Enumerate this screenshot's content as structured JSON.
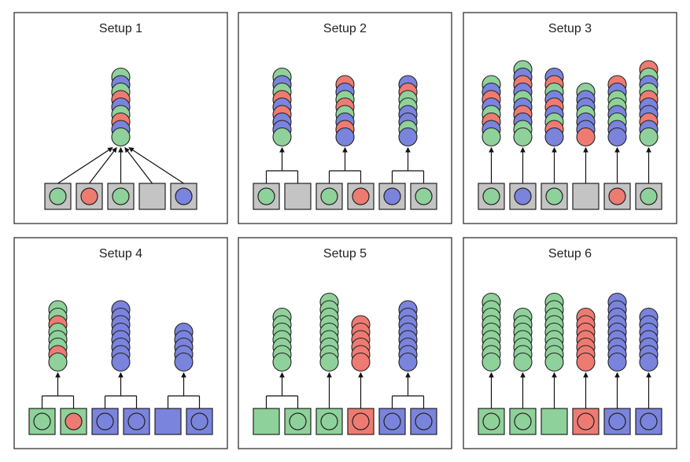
{
  "colors": {
    "green": "#8fd19a",
    "red": "#ee7b72",
    "blue": "#7a84dc",
    "grey": "#c4c4c4",
    "outline": "#222222"
  },
  "panels": [
    {
      "title": "Setup 1",
      "boxes": [
        {
          "fill": "grey",
          "dot": "green"
        },
        {
          "fill": "grey",
          "dot": "red"
        },
        {
          "fill": "grey",
          "dot": "green"
        },
        {
          "fill": "grey",
          "dot": null
        },
        {
          "fill": "grey",
          "dot": "blue"
        }
      ],
      "groups": [
        {
          "boxes": [
            0,
            1,
            2,
            3,
            4
          ],
          "link": "fan",
          "stack": [
            "green",
            "blue",
            "green",
            "red",
            "blue",
            "green",
            "red",
            "blue",
            "green"
          ]
        }
      ]
    },
    {
      "title": "Setup 2",
      "boxes": [
        {
          "fill": "grey",
          "dot": "green"
        },
        {
          "fill": "grey",
          "dot": null
        },
        {
          "fill": "grey",
          "dot": "green"
        },
        {
          "fill": "grey",
          "dot": "red"
        },
        {
          "fill": "grey",
          "dot": "blue"
        },
        {
          "fill": "grey",
          "dot": "green"
        }
      ],
      "groups": [
        {
          "boxes": [
            0,
            1
          ],
          "link": "bracket",
          "stack": [
            "green",
            "blue",
            "green",
            "red",
            "blue",
            "red",
            "blue",
            "blue",
            "green"
          ]
        },
        {
          "boxes": [
            2,
            3
          ],
          "link": "bracket",
          "stack": [
            "red",
            "blue",
            "green",
            "red",
            "green",
            "blue",
            "red",
            "blue"
          ]
        },
        {
          "boxes": [
            4,
            5
          ],
          "link": "bracket",
          "stack": [
            "blue",
            "red",
            "green",
            "green",
            "blue",
            "blue",
            "green",
            "blue"
          ]
        }
      ]
    },
    {
      "title": "Setup 3",
      "boxes": [
        {
          "fill": "grey",
          "dot": "green"
        },
        {
          "fill": "grey",
          "dot": "blue"
        },
        {
          "fill": "grey",
          "dot": "green"
        },
        {
          "fill": "grey",
          "dot": null
        },
        {
          "fill": "grey",
          "dot": "red"
        },
        {
          "fill": "grey",
          "dot": "green"
        }
      ],
      "groups": [
        {
          "boxes": [
            0
          ],
          "link": "single",
          "stack": [
            "green",
            "blue",
            "red",
            "blue",
            "green",
            "red",
            "blue",
            "green"
          ]
        },
        {
          "boxes": [
            1
          ],
          "link": "single",
          "stack": [
            "green",
            "blue",
            "red",
            "blue",
            "green",
            "blue",
            "red",
            "blue",
            "green",
            "green"
          ]
        },
        {
          "boxes": [
            2
          ],
          "link": "single",
          "stack": [
            "blue",
            "red",
            "green",
            "blue",
            "red",
            "blue",
            "green",
            "red",
            "blue"
          ]
        },
        {
          "boxes": [
            3
          ],
          "link": "single",
          "stack": [
            "green",
            "blue",
            "blue",
            "green",
            "blue",
            "blue",
            "red"
          ]
        },
        {
          "boxes": [
            4
          ],
          "link": "single",
          "stack": [
            "red",
            "blue",
            "green",
            "green",
            "blue",
            "green",
            "blue",
            "blue"
          ]
        },
        {
          "boxes": [
            5
          ],
          "link": "single",
          "stack": [
            "red",
            "green",
            "blue",
            "green",
            "red",
            "blue",
            "blue",
            "red",
            "blue",
            "green"
          ]
        }
      ]
    },
    {
      "title": "Setup 4",
      "boxes": [
        {
          "fill": "green",
          "dot": "green"
        },
        {
          "fill": "green",
          "dot": "red"
        },
        {
          "fill": "blue",
          "dot": "blue"
        },
        {
          "fill": "blue",
          "dot": "blue"
        },
        {
          "fill": "blue",
          "dot": null
        },
        {
          "fill": "blue",
          "dot": "blue"
        }
      ],
      "groups": [
        {
          "boxes": [
            0,
            1
          ],
          "link": "bracket",
          "stack": [
            "green",
            "green",
            "red",
            "green",
            "green",
            "green",
            "red",
            "green"
          ]
        },
        {
          "boxes": [
            2,
            3
          ],
          "link": "bracket",
          "stack": [
            "blue",
            "blue",
            "blue",
            "blue",
            "blue",
            "blue",
            "blue",
            "blue"
          ]
        },
        {
          "boxes": [
            4,
            5
          ],
          "link": "bracket",
          "stack": [
            "blue",
            "blue",
            "blue",
            "blue",
            "blue"
          ]
        }
      ]
    },
    {
      "title": "Setup 5",
      "boxes": [
        {
          "fill": "green",
          "dot": null
        },
        {
          "fill": "green",
          "dot": "green"
        },
        {
          "fill": "green",
          "dot": "green"
        },
        {
          "fill": "red",
          "dot": "red"
        },
        {
          "fill": "blue",
          "dot": "blue"
        },
        {
          "fill": "blue",
          "dot": "blue"
        }
      ],
      "groups": [
        {
          "boxes": [
            0,
            1
          ],
          "link": "bracket",
          "stack": [
            "green",
            "green",
            "green",
            "green",
            "green",
            "green",
            "green"
          ]
        },
        {
          "boxes": [
            2
          ],
          "link": "single",
          "stack": [
            "green",
            "green",
            "green",
            "green",
            "green",
            "green",
            "green",
            "green",
            "green"
          ]
        },
        {
          "boxes": [
            3
          ],
          "link": "single",
          "stack": [
            "red",
            "red",
            "red",
            "red",
            "red",
            "red"
          ]
        },
        {
          "boxes": [
            4,
            5
          ],
          "link": "bracket",
          "stack": [
            "blue",
            "blue",
            "blue",
            "blue",
            "blue",
            "blue",
            "blue",
            "blue"
          ]
        }
      ]
    },
    {
      "title": "Setup 6",
      "boxes": [
        {
          "fill": "green",
          "dot": "green"
        },
        {
          "fill": "green",
          "dot": "green"
        },
        {
          "fill": "green",
          "dot": null
        },
        {
          "fill": "red",
          "dot": "red"
        },
        {
          "fill": "blue",
          "dot": "blue"
        },
        {
          "fill": "blue",
          "dot": "blue"
        }
      ],
      "groups": [
        {
          "boxes": [
            0
          ],
          "link": "single",
          "stack": [
            "green",
            "green",
            "green",
            "green",
            "green",
            "green",
            "green",
            "green",
            "green"
          ]
        },
        {
          "boxes": [
            1
          ],
          "link": "single",
          "stack": [
            "green",
            "green",
            "green",
            "green",
            "green",
            "green",
            "green"
          ]
        },
        {
          "boxes": [
            2
          ],
          "link": "single",
          "stack": [
            "green",
            "green",
            "green",
            "green",
            "green",
            "green",
            "green",
            "green",
            "green"
          ]
        },
        {
          "boxes": [
            3
          ],
          "link": "single",
          "stack": [
            "red",
            "red",
            "red",
            "red",
            "red",
            "red",
            "red"
          ]
        },
        {
          "boxes": [
            4
          ],
          "link": "single",
          "stack": [
            "blue",
            "blue",
            "blue",
            "blue",
            "blue",
            "blue",
            "blue",
            "blue",
            "blue"
          ]
        },
        {
          "boxes": [
            5
          ],
          "link": "single",
          "stack": [
            "blue",
            "blue",
            "blue",
            "blue",
            "blue",
            "blue",
            "blue"
          ]
        }
      ]
    }
  ]
}
